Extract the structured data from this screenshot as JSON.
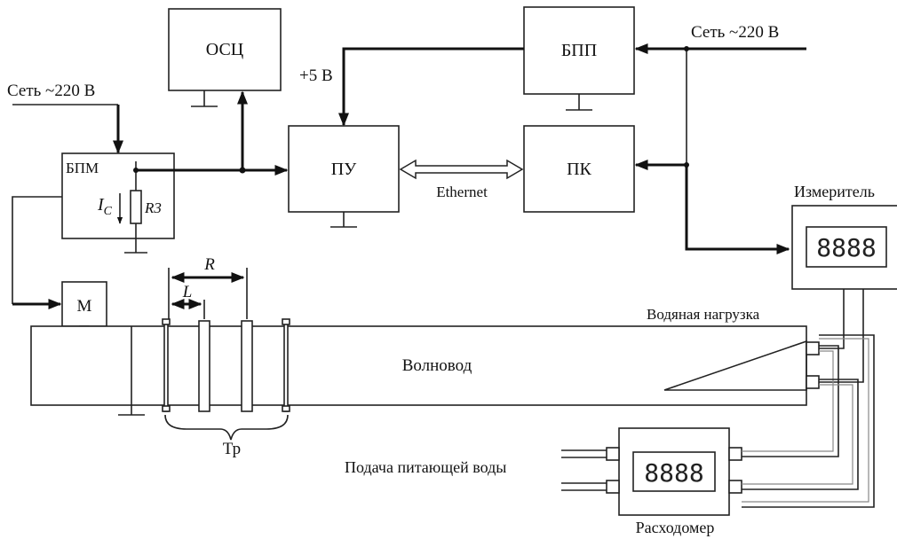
{
  "power": {
    "mains_left": "Сеть ~220 В",
    "mains_right": "Сеть ~220 В",
    "plus5": "+5 В"
  },
  "blocks": {
    "osc": "ОСЦ",
    "bpp": "БПП",
    "bpm": "БПМ",
    "pu": "ПУ",
    "pc": "ПК",
    "motor": "М",
    "meter": "Измеритель",
    "flowmeter": "Расходомер"
  },
  "link": {
    "ethernet": "Ethernet"
  },
  "current": {
    "i": "I",
    "sub": "C",
    "r": "R3"
  },
  "dims": {
    "R": "R",
    "L": "L"
  },
  "waveguide": {
    "label": "Волновод",
    "load": "Водяная нагрузка",
    "tr": "Тр"
  },
  "water": {
    "supply": "Подача питающей воды"
  },
  "displays": {
    "meter": "8888",
    "flowmeter": "8888"
  }
}
